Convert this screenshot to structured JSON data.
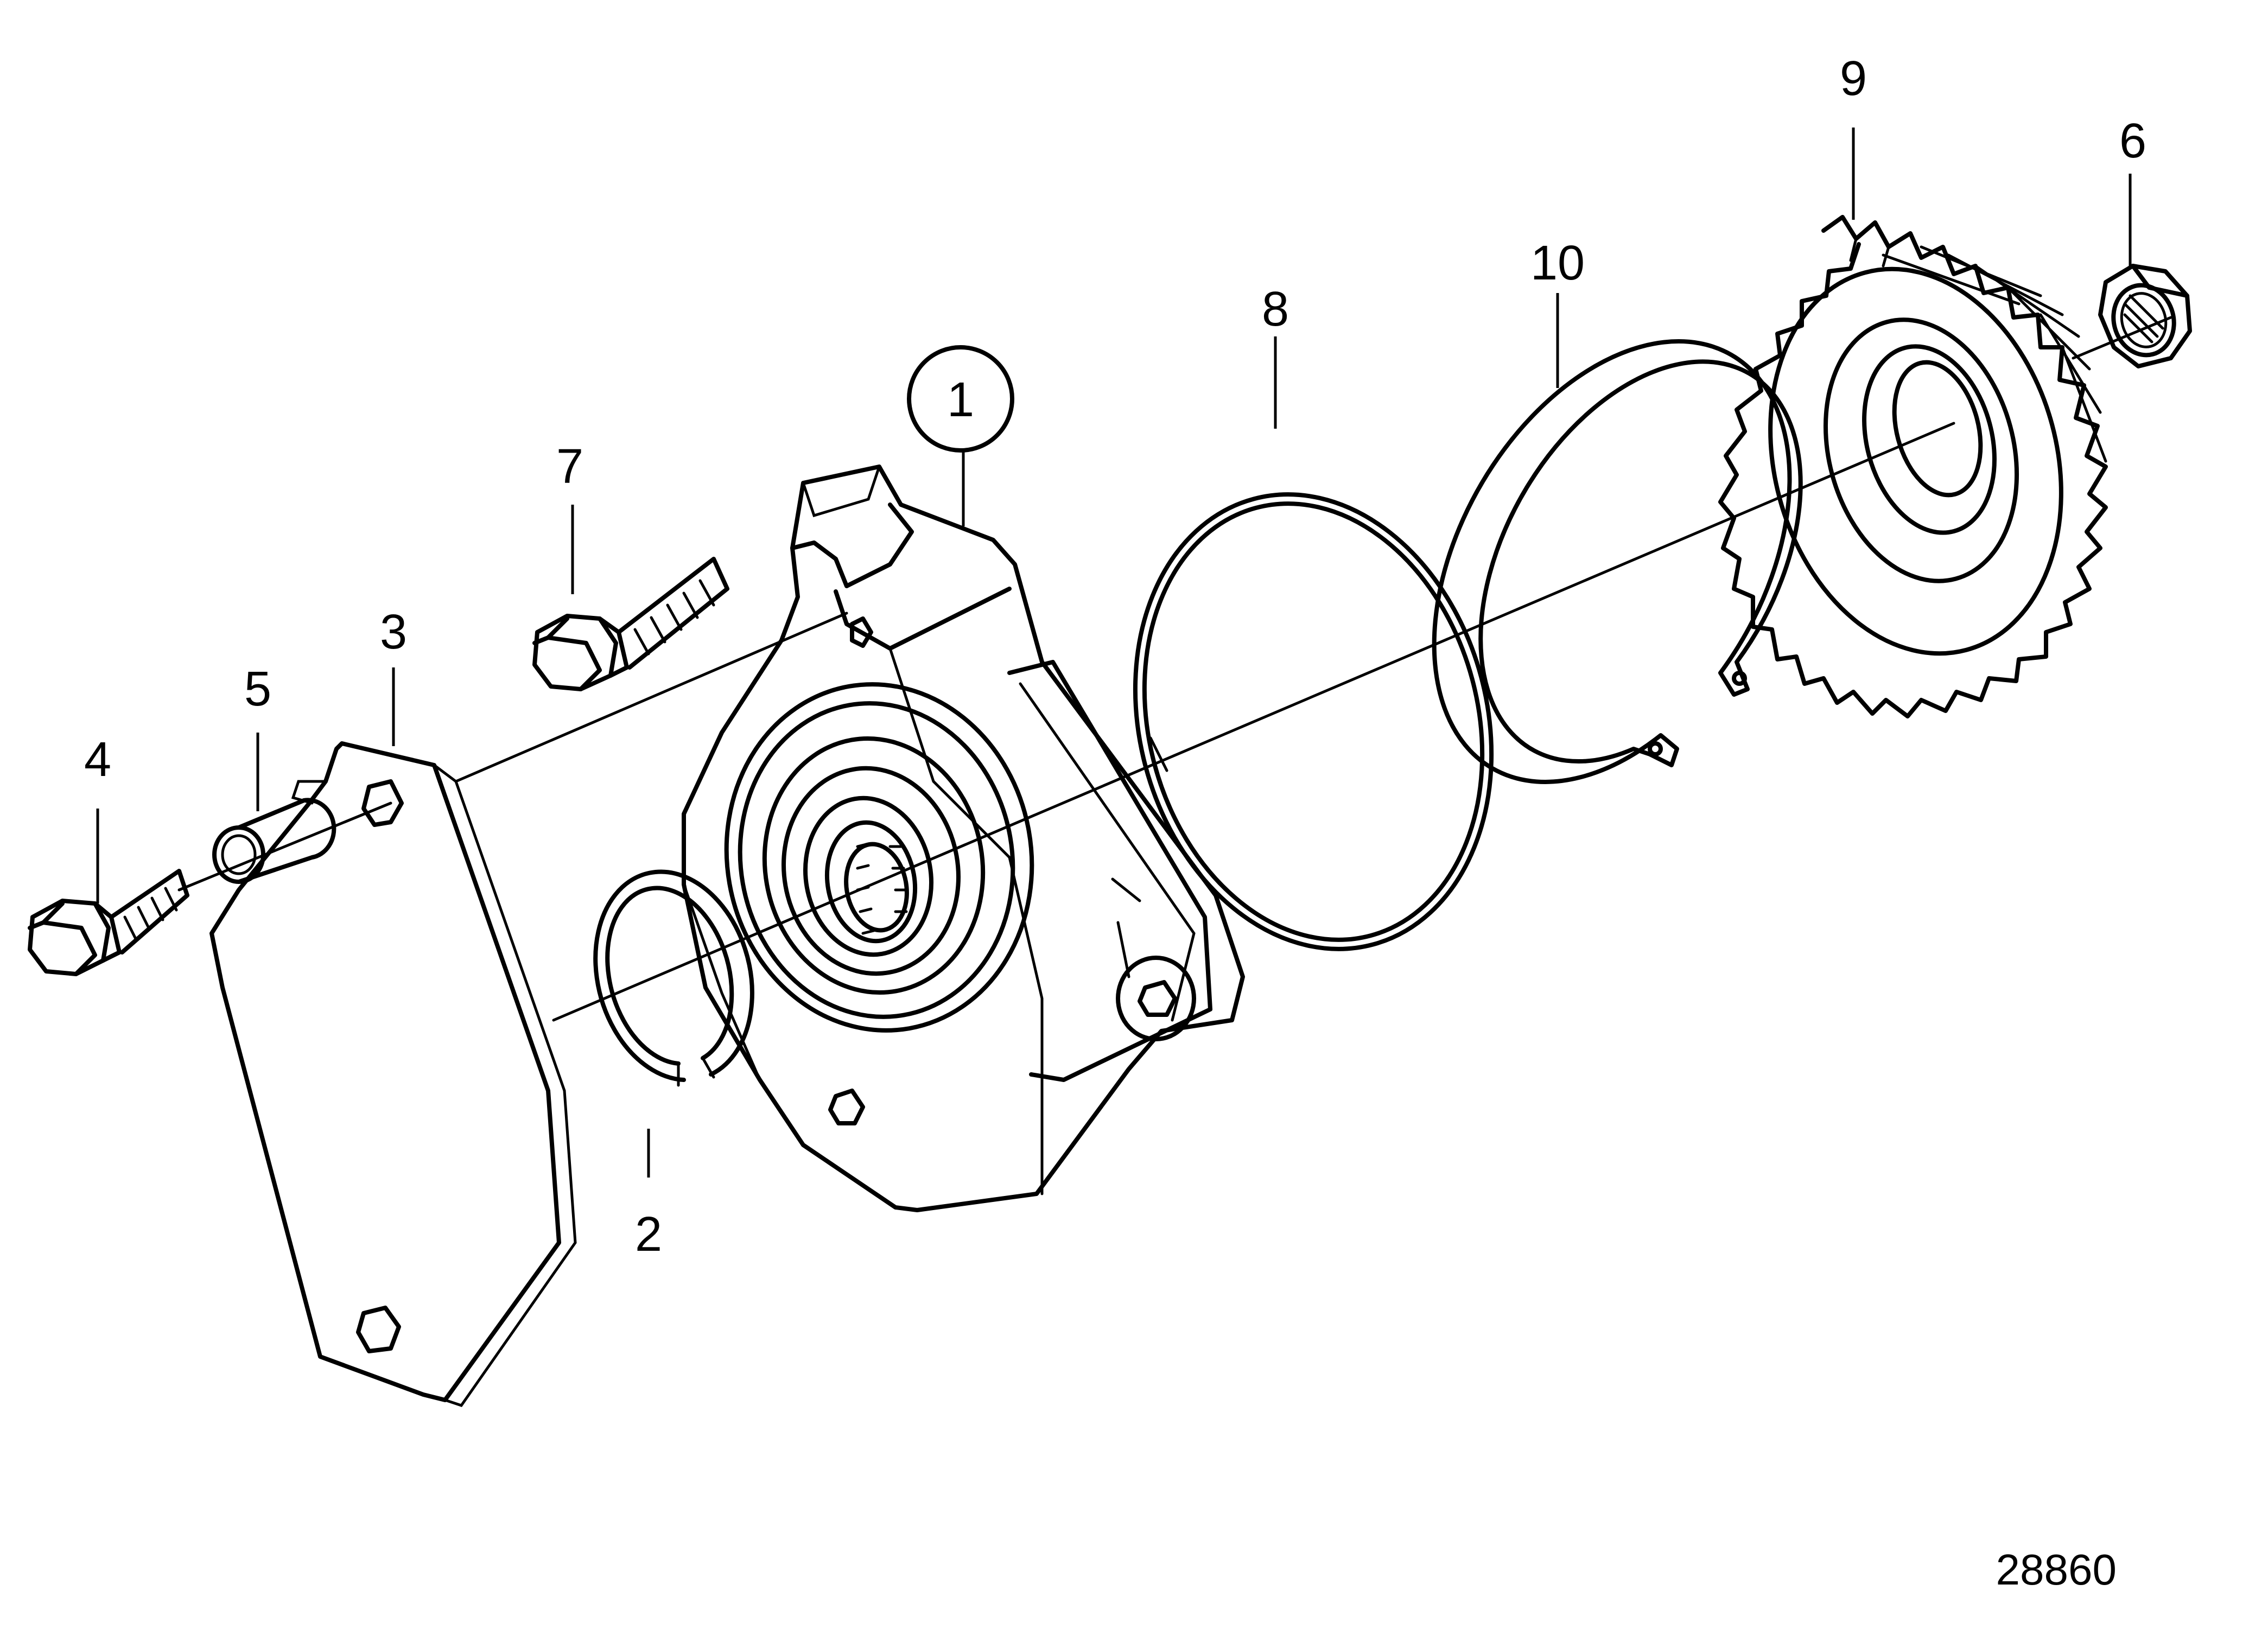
{
  "callouts": {
    "p1": "1",
    "p2": "2",
    "p3": "3",
    "p4": "4",
    "p5": "5",
    "p6": "6",
    "p7": "7",
    "p8": "8",
    "p9": "9",
    "p10": "10"
  },
  "drawing_number": "28860"
}
